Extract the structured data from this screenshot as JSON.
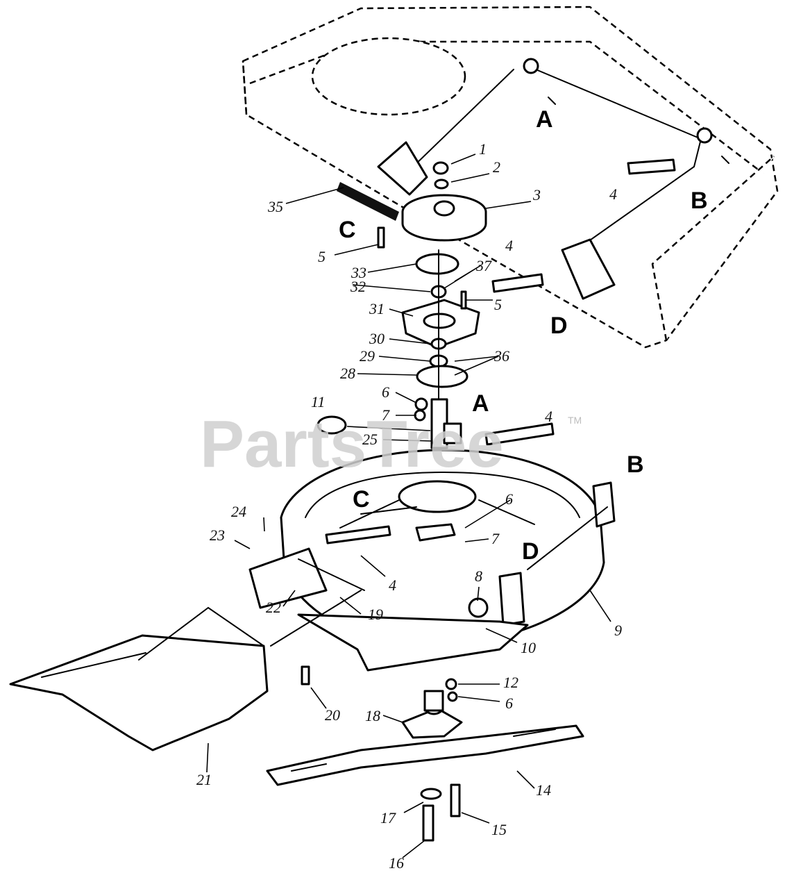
{
  "watermark": {
    "text": "PartsTree",
    "trademark": "TM"
  },
  "callouts": [
    "1",
    "2",
    "3",
    "4",
    "4",
    "4",
    "4",
    "5",
    "5",
    "6",
    "6",
    "6",
    "7",
    "7",
    "8",
    "9",
    "10",
    "11",
    "12",
    "14",
    "15",
    "16",
    "17",
    "18",
    "19",
    "20",
    "21",
    "22",
    "23",
    "24",
    "25",
    "28",
    "29",
    "30",
    "31",
    "32",
    "33",
    "35",
    "36",
    "37"
  ],
  "reference_letters": [
    "A",
    "B",
    "C",
    "D",
    "A",
    "B",
    "C",
    "D"
  ],
  "colors": {
    "ink": "#000000",
    "watermark": "#cfcfcf",
    "background": "#ffffff"
  }
}
